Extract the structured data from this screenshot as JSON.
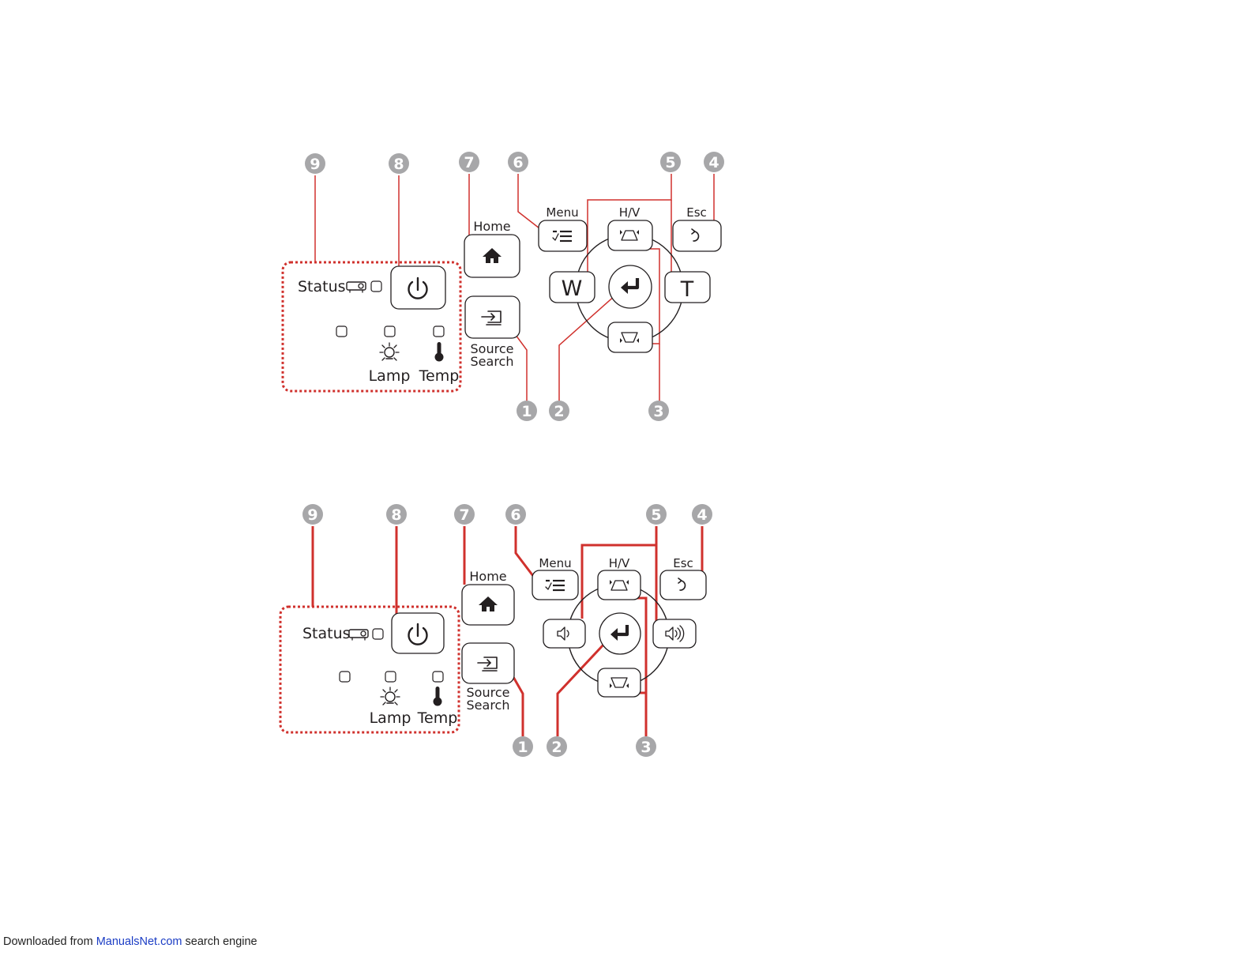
{
  "labels": {
    "status": "Status",
    "home": "Home",
    "menu": "Menu",
    "hv": "H/V",
    "esc": "Esc",
    "source_line1": "Source",
    "source_line2": "Search",
    "lamp": "Lamp",
    "temp": "Temp",
    "wide": "W",
    "tele": "T"
  },
  "callouts": [
    "1",
    "2",
    "3",
    "4",
    "5",
    "6",
    "7",
    "8",
    "9"
  ],
  "colors": {
    "callout_line": "#d0312d",
    "callout_circle": "#a7a7a9",
    "outline": "#231f20",
    "link": "#1a3cc4"
  },
  "footer": {
    "prefix": "Downloaded from",
    "link": "ManualsNet.com",
    "suffix": "search engine"
  }
}
